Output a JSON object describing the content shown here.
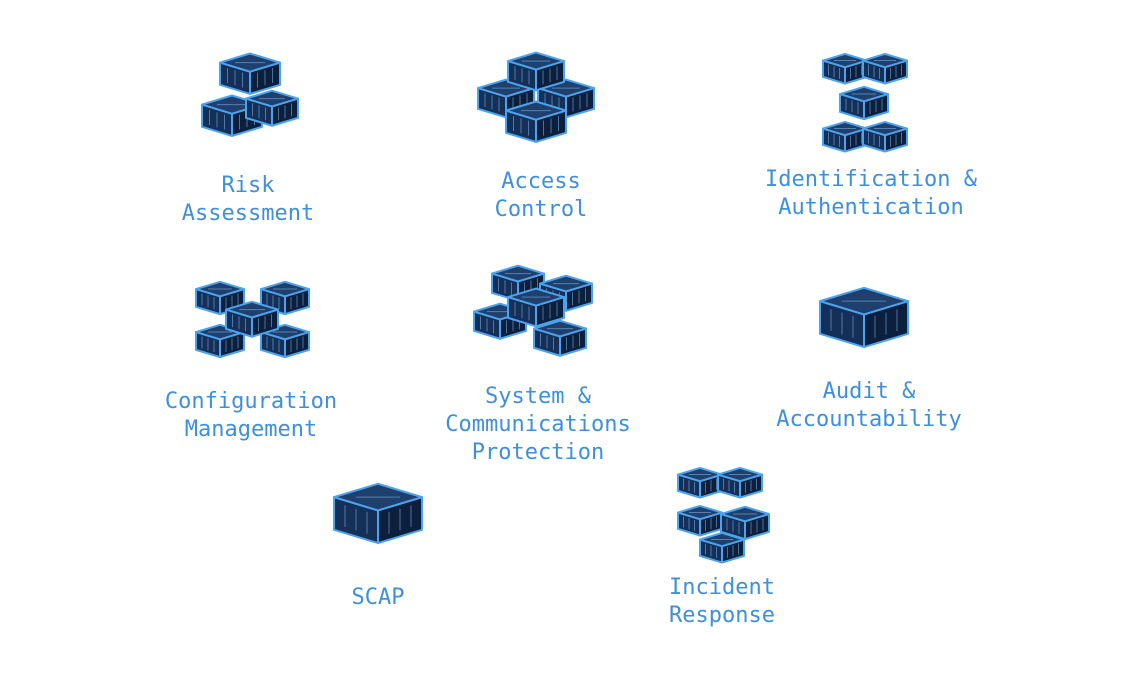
{
  "colors": {
    "label": "#3d8fe0",
    "cube_top": "#1f3f6c",
    "cube_left": "#143058",
    "cube_right": "#0c1f3d",
    "cube_edge": "#4ba3ee",
    "circuit": "#7fb6e8"
  },
  "tiles": [
    {
      "id": "risk-assessment",
      "icon": "cube-cluster-icon",
      "lines": [
        "Risk",
        "Assessment"
      ]
    },
    {
      "id": "access-control",
      "icon": "cube-stack-icon",
      "lines": [
        "Access",
        "Control"
      ]
    },
    {
      "id": "identification-authentication",
      "icon": "cube-diamond-icon",
      "lines": [
        "Identification &",
        "Authentication"
      ]
    },
    {
      "id": "configuration-management",
      "icon": "cube-grid-icon",
      "lines": [
        "Configuration",
        "Management"
      ]
    },
    {
      "id": "system-communications-protection",
      "icon": "cube-pinwheel-icon",
      "lines": [
        "System &",
        "Communications",
        "Protection"
      ]
    },
    {
      "id": "audit-accountability",
      "icon": "single-cube-icon",
      "lines": [
        "Audit &",
        "Accountability"
      ]
    },
    {
      "id": "scap",
      "icon": "single-cube-dotted-icon",
      "lines": [
        "SCAP"
      ]
    },
    {
      "id": "incident-response",
      "icon": "cube-corner-icon",
      "lines": [
        "Incident",
        "Response"
      ]
    }
  ]
}
